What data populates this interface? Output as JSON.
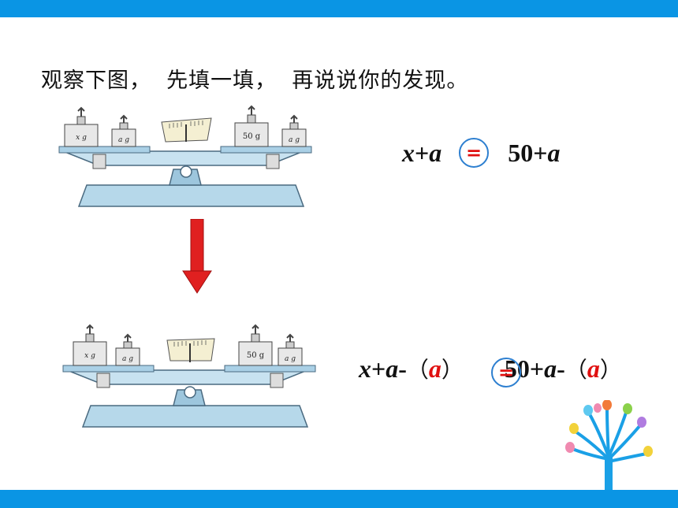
{
  "header_bar_color": "#0a95e4",
  "instruction": "观察下图，  先填一填，  再说说你的发现。",
  "scale_top": {
    "left_weights": [
      "x g",
      "a g"
    ],
    "right_weights": [
      "50 g",
      "a g"
    ]
  },
  "scale_bottom": {
    "left_weights": [
      "x g",
      "a g"
    ],
    "right_weights": [
      "50 g",
      "a g"
    ]
  },
  "arrow_icon": "down-arrow",
  "equation1": {
    "left_x": "x",
    "left_plus": "+",
    "left_a": "a",
    "relation": "=",
    "right_num": "50+",
    "right_a": "a"
  },
  "equation2": {
    "left_x": "x",
    "left_plus": "+",
    "left_a": "a",
    "left_minus": "-",
    "open_paren": "（",
    "fill_left": "a",
    "close_paren": "）",
    "relation": "=",
    "right_num": "50+",
    "right_a": "a",
    "right_minus": "-",
    "open_paren2": "（",
    "fill_right": "a",
    "close_paren2": "）"
  },
  "fill_color": "#e01010",
  "decoration_icon": "tree-icon"
}
